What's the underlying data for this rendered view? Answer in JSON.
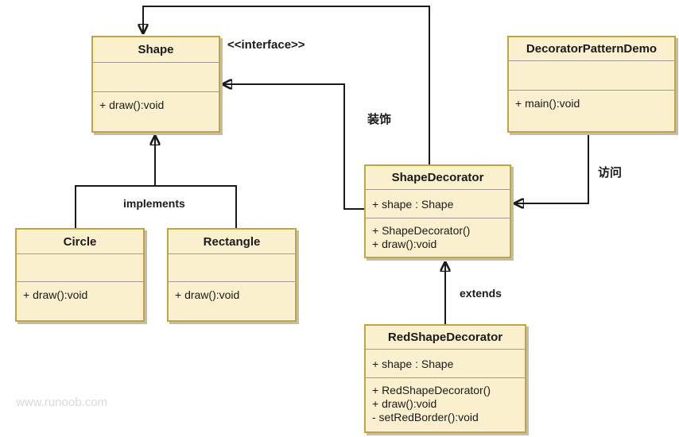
{
  "watermark": "www.runoob.com",
  "labels": {
    "interface_stereotype": "<<interface>>",
    "implements": "implements",
    "extends": "extends",
    "decorate": "装饰",
    "access": "访问"
  },
  "colors": {
    "box_fill": "#FBF0CE",
    "box_border": "#C9A42C",
    "separator": "#9b9b9b",
    "connector": "#1a1a1a",
    "shadow": "#bdbdbd",
    "watermark_text": "#d9d9d9"
  },
  "classes": {
    "shape": {
      "title": "Shape",
      "attributes": [],
      "methods": [
        "+ draw():void"
      ]
    },
    "decorator_pattern_demo": {
      "title": "DecoratorPatternDemo",
      "attributes": [],
      "methods": [
        "+ main():void"
      ]
    },
    "shape_decorator": {
      "title": "ShapeDecorator",
      "attributes": [
        "+ shape : Shape"
      ],
      "methods": [
        "+ ShapeDecorator()",
        "+ draw():void"
      ]
    },
    "circle": {
      "title": "Circle",
      "attributes": [],
      "methods": [
        "+ draw():void"
      ]
    },
    "rectangle": {
      "title": "Rectangle",
      "attributes": [],
      "methods": [
        "+ draw():void"
      ]
    },
    "red_shape_decorator": {
      "title": "RedShapeDecorator",
      "attributes": [
        "+ shape : Shape"
      ],
      "methods": [
        "+ RedShapeDecorator()",
        "+ draw():void",
        "- setRedBorder():void"
      ]
    }
  }
}
